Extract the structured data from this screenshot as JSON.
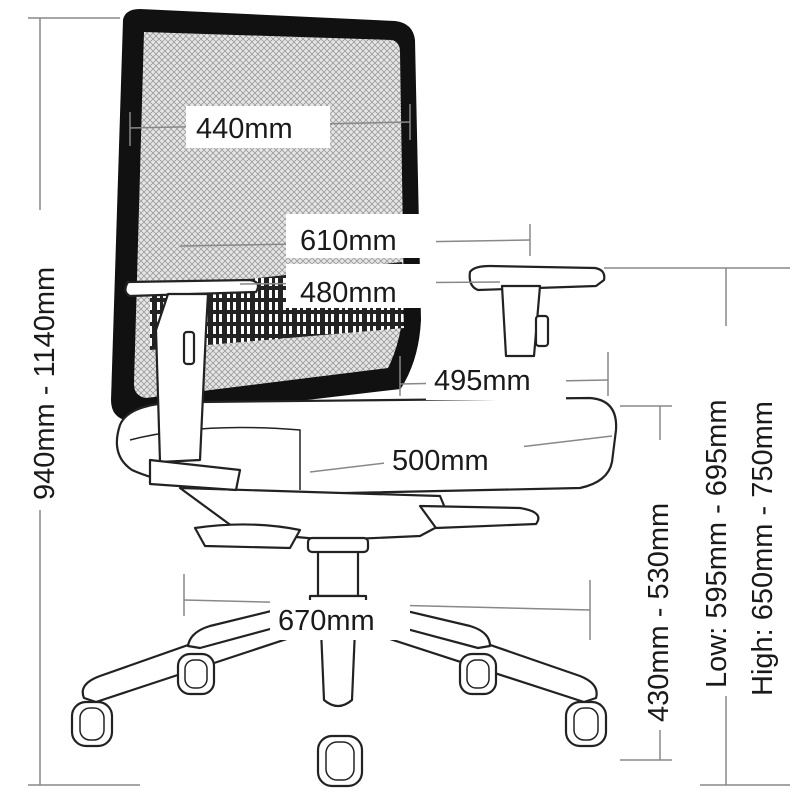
{
  "dimensions": {
    "backrest_width": "440mm",
    "armrest_outer_width": "610mm",
    "armrest_inner_width": "480mm",
    "seat_depth": "495mm",
    "seat_width": "500mm",
    "base_width": "670mm",
    "overall_height": "940mm - 1140mm",
    "seat_height": "430mm - 530mm",
    "arm_height_low": "Low: 595mm - 695mm",
    "arm_height_high": "High: 650mm - 750mm"
  },
  "colors": {
    "mesh": "#bdbdbd",
    "frame": "#111111",
    "dimension_line": "#888888",
    "text": "#1a1a1a"
  }
}
